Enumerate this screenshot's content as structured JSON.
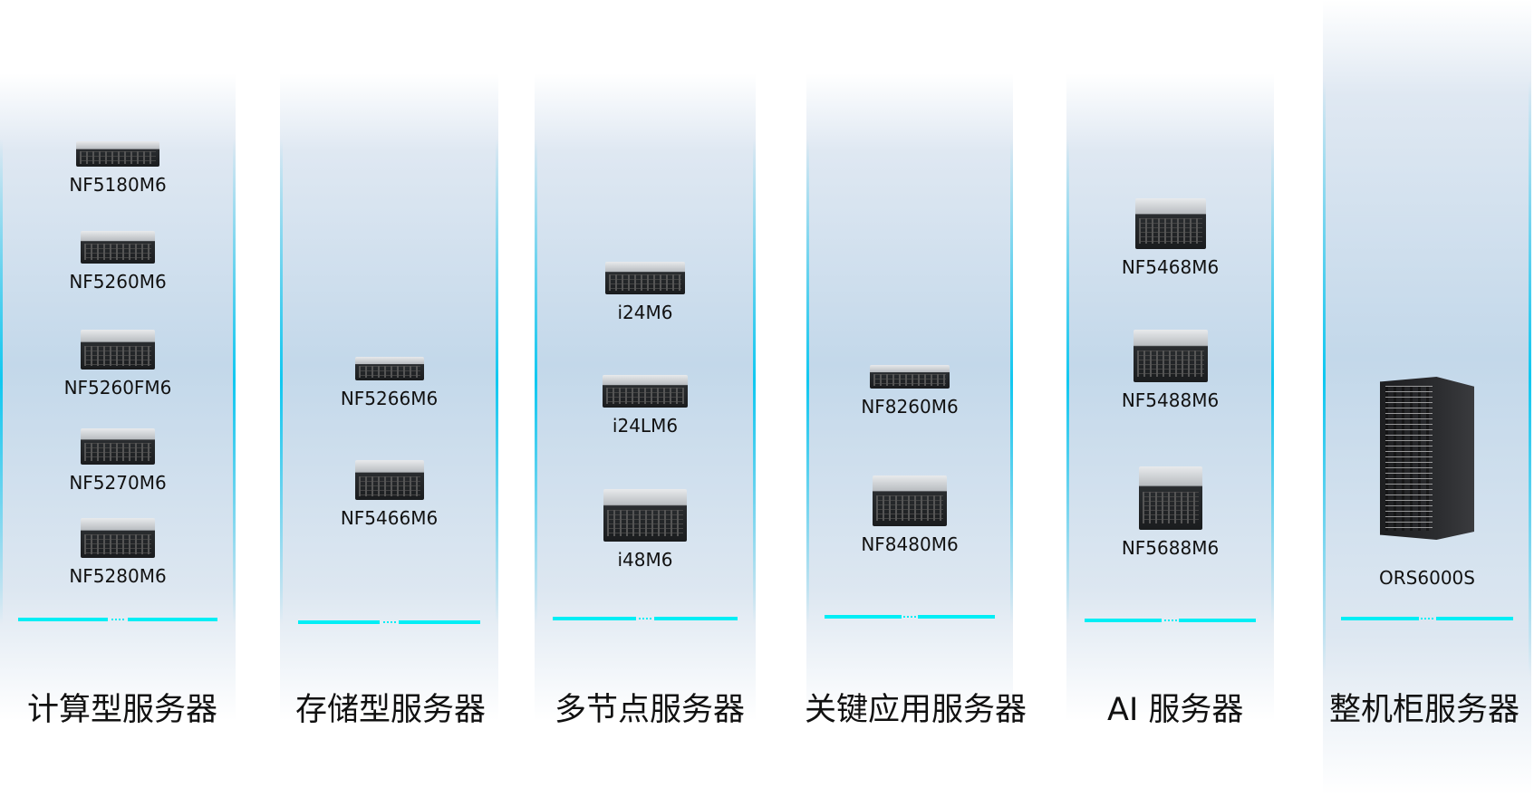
{
  "categories": [
    {
      "title": "计算型服务器",
      "products": [
        "NF5180M6",
        "NF5260M6",
        "NF5260FM6",
        "NF5270M6",
        "NF5280M6"
      ]
    },
    {
      "title": "存储型服务器",
      "products": [
        "NF5266M6",
        "NF5466M6"
      ]
    },
    {
      "title": "多节点服务器",
      "products": [
        "i24M6",
        "i24LM6",
        "i48M6"
      ]
    },
    {
      "title": "关键应用服务器",
      "products": [
        "NF8260M6",
        "NF8480M6"
      ]
    },
    {
      "title": "AI 服务器",
      "products": [
        "NF5468M6",
        "NF5488M6",
        "NF5688M6"
      ]
    },
    {
      "title": "整机柜服务器",
      "products": [
        "ORS6000S"
      ]
    }
  ],
  "accent": "#00eef5"
}
